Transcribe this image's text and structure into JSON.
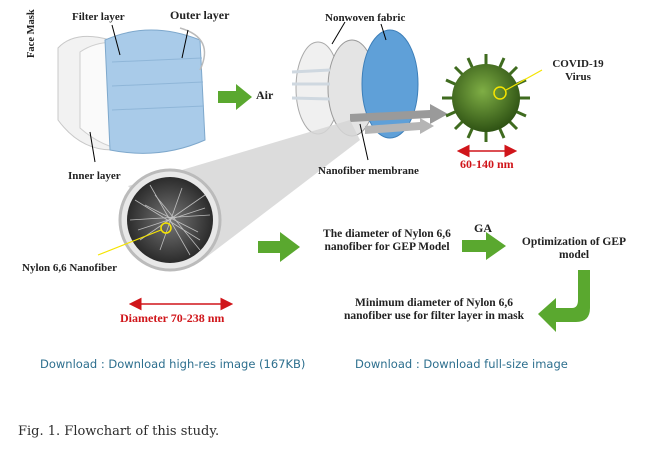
{
  "figure": {
    "labels": {
      "face_mask": "Face Mask",
      "filter_layer": "Filter layer",
      "outer_layer": "Outer layer",
      "inner_layer": "Inner layer",
      "air": "Air",
      "nonwoven_fabric": "Nonwoven fabric",
      "nanofiber_membrane": "Nanofiber membrane",
      "covid_virus_line1": "COVID-19",
      "covid_virus_line2": "Virus",
      "virus_size": "60-140 nm",
      "nylon_nanofiber": "Nylon 6,6 Nanofiber",
      "diameter_range": "Diameter 70-238 nm",
      "step_diameter_gep": "The diameter of Nylon 6,6 nanofiber for GEP Model",
      "ga": "GA",
      "step_optimization": "Optimization of GEP model",
      "step_minimum": "Minimum diameter of Nylon 6,6 nanofiber use for filter layer in mask"
    },
    "colors": {
      "arrow_green": "#5aa82f",
      "dimension_red": "#d0151a",
      "mask_blue": "#a9cbe9",
      "virus_green": "#3f6b1f",
      "link_blue": "#2d6f8e"
    }
  },
  "links": {
    "download_hires": "Download : Download high-res image (167KB)",
    "download_full": "Download : Download full-size image"
  },
  "caption": "Fig. 1. Flowchart of this study."
}
